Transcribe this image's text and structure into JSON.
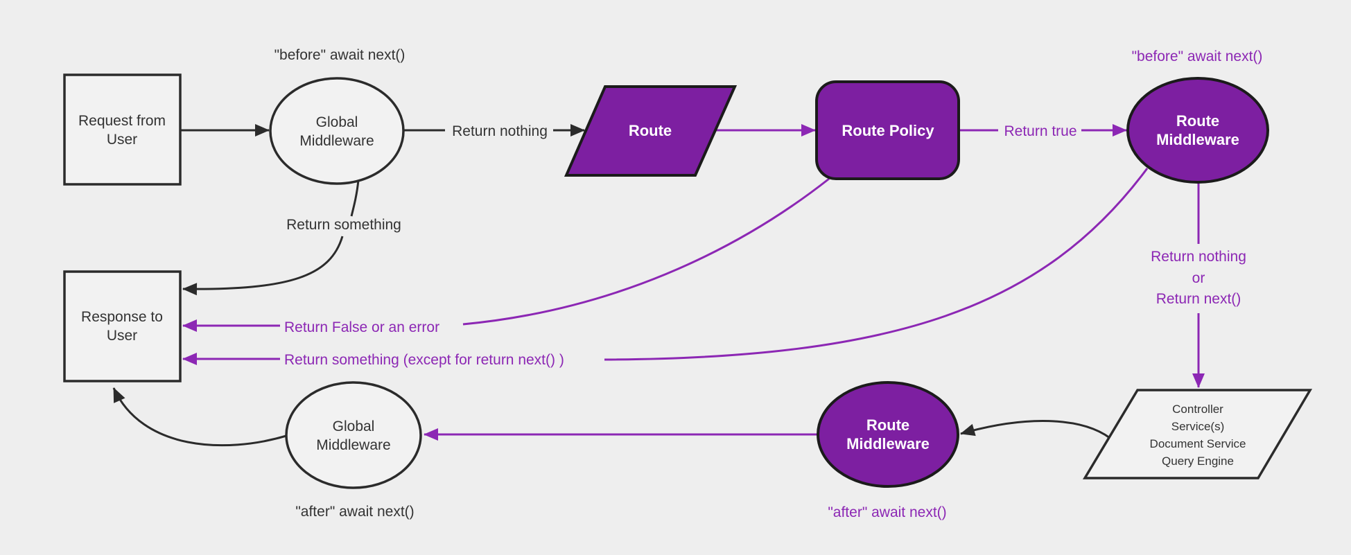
{
  "colors": {
    "background": "#eeeeee",
    "node_fill": "#f2f2f2",
    "purple_fill": "#7d1fa1",
    "purple": "#8c27b4",
    "black": "#2b2b2b",
    "text": "#333333"
  },
  "nodes": {
    "request_from_user": {
      "line1": "Request from",
      "line2": "User"
    },
    "global_middleware_before": {
      "line1": "Global",
      "line2": "Middleware"
    },
    "route": {
      "label": "Route"
    },
    "route_policy": {
      "label": "Route Policy"
    },
    "route_middleware_before": {
      "line1": "Route",
      "line2": "Middleware"
    },
    "response_to_user": {
      "line1": "Response to",
      "line2": "User"
    },
    "controller": {
      "line1": "Controller",
      "line2": "Service(s)",
      "line3": "Document Service",
      "line4": "Query Engine"
    },
    "route_middleware_after": {
      "line1": "Route",
      "line2": "Middleware"
    },
    "global_middleware_after": {
      "line1": "Global",
      "line2": "Middleware"
    }
  },
  "edge_labels": {
    "before_await_next_black": "\"before\" await next()",
    "before_await_next_purple": "\"before\" await next()",
    "return_nothing": "Return nothing",
    "return_true": "Return true",
    "return_something": "Return something",
    "return_nothing_or_line1": "Return nothing",
    "return_nothing_or_line2": "or",
    "return_nothing_or_line3": "Return next()",
    "return_false_or_error": "Return False or an error",
    "return_something_except": "Return something (except for return next() )",
    "after_await_next_purple": "\"after\" await next()",
    "after_await_next_black": "\"after\" await next()"
  }
}
